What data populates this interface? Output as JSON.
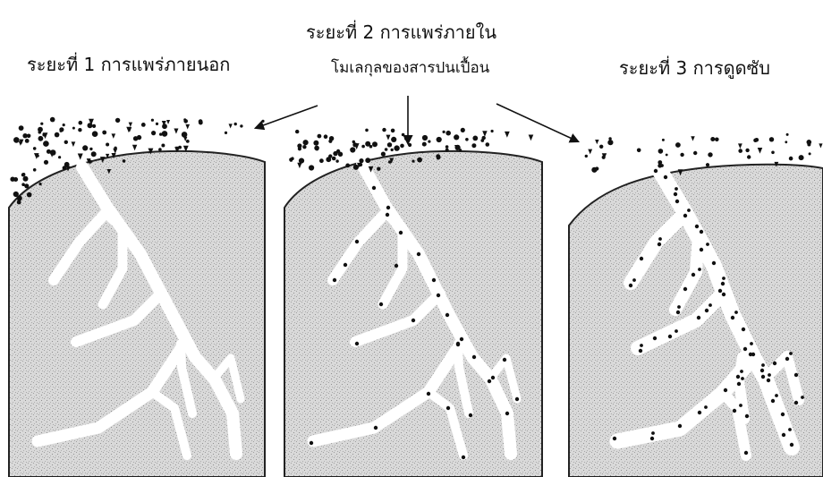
{
  "labels": {
    "stage1": "ระยะที่ 1 การแพร่ภายนอก",
    "stage2": "ระยะที่ 2 การแพร่ภายใน",
    "contaminant": "โมเลกุลของสารปนเปื้อน",
    "stage3": "ระยะที่ 3 การดูดซับ"
  },
  "colors": {
    "particle_fill": "#d9d9d9",
    "outline": "#222222",
    "pore": "#ffffff",
    "molecule": "#111111"
  }
}
